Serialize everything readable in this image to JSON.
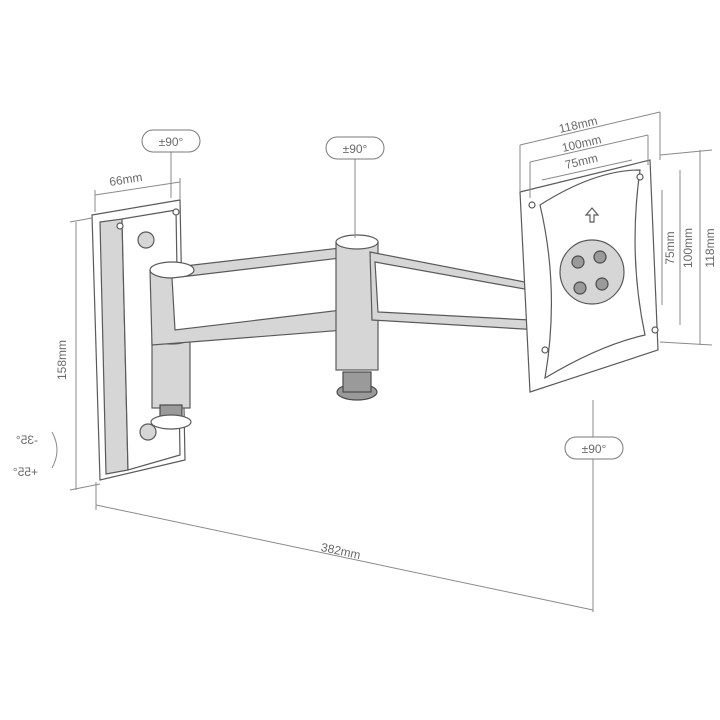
{
  "labels": {
    "rot_top_left": "±90°",
    "rot_top_middle": "±90°",
    "rot_bottom_right": "±90°",
    "tilt_up": "-35°",
    "tilt_down": "+55°",
    "width_66": "66mm",
    "height_158": "158mm",
    "reach_382": "382mm",
    "vesa_118_h": "118mm",
    "vesa_100_h": "100mm",
    "vesa_75_h": "75mm",
    "vesa_118_v": "118mm",
    "vesa_100_v": "100mm",
    "vesa_75_v": "75mm"
  },
  "colors": {
    "line": "#8a8a8a",
    "part_fill": "#d6d6d6",
    "text": "#6a6a6a"
  }
}
